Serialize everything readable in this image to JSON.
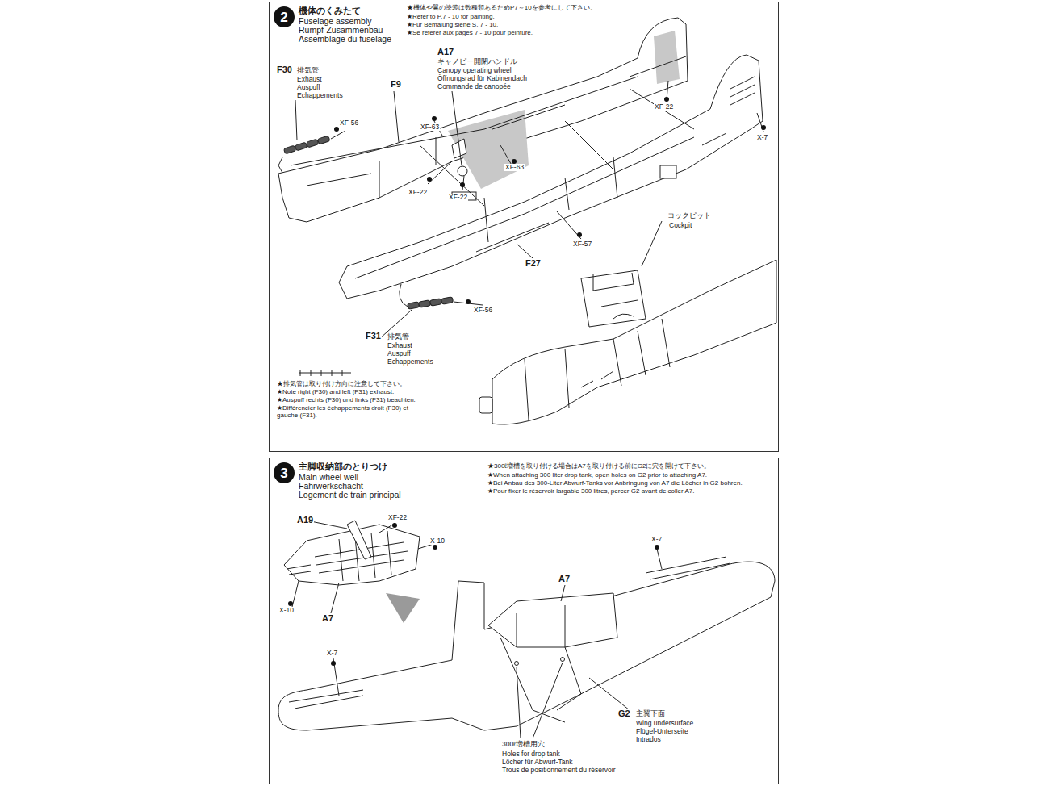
{
  "diagram": {
    "nodes": [
      {
        "text": [
          "機体のくみたて",
          "Fuselage assembly",
          "Rumpf-Zusammenbau",
          "Assemblage du fuselage"
        ]
      },
      {
        "text": [
          "2"
        ],
        "in": 0
      },
      {
        "text": [
          "主脚収納部のとりつけ",
          "Main wheel well",
          "Fahrwerkschacht",
          "Logement de train principal"
        ]
      },
      {
        "text": [
          "3"
        ],
        "in": 2
      }
    ],
    "labels": [
      "★機体や翼の塗装は数種類あるためP7～10を参考にして下さい。",
      "★Refer to P.7 - 10 for painting.",
      "★Für Bemalung siehe S. 7 - 10.",
      "★Se référer aux pages 7 - 10 pour peinture.",
      "F30",
      "排気管",
      "Exhaust",
      "Auspuff",
      "Echappements",
      "XF-56",
      "F9",
      "A17",
      "キャノピー開閉ハンドル",
      "Canopy operating wheel",
      "Öffnungsrad für Kabinendach",
      "Commande de canopée",
      "XF-63",
      "XF-22",
      "XF-22",
      "XF-63",
      "XF-22",
      "X-7",
      "XF-57",
      "コックピット",
      "Cockpit",
      "F27",
      "XF-56",
      "F31",
      "排気管",
      "Exhaust",
      "Auspuff",
      "Echappements",
      "★排気管は取り付け方向に注意して下さい。",
      "★Note right (F30) and left (F31) exhaust.",
      "★Auspuff rechts (F30) und links (F31) beachten.",
      "★Différencier les échappements droit (F30) et gauche (F31).",
      "★300ℓ増槽を取り付ける場合はA7を取り付ける前にG2に穴を開けて下さい。",
      "★When attaching 300 liter drop tank, open holes on G2 prior to attaching A7.",
      "★Bei Anbau des 300-Liter Abwurf-Tanks vor Anbringung von A7 die Löcher in G2 bohren.",
      "★Pour fixer le réservoir largable 300 litres, percer G2 avant de coller A7.",
      "A19",
      "XF-22",
      "X-10",
      "X-10",
      "A7",
      "A7",
      "X-7",
      "X-7",
      "G2",
      "主翼下面",
      "Wing undersurface",
      "Flügel-Unterseite",
      "Intrados",
      "300ℓ増槽用穴",
      "Holes for drop tank",
      "Löcher für Abwurf-Tank",
      "Trous de positionnement du réservoir"
    ]
  }
}
